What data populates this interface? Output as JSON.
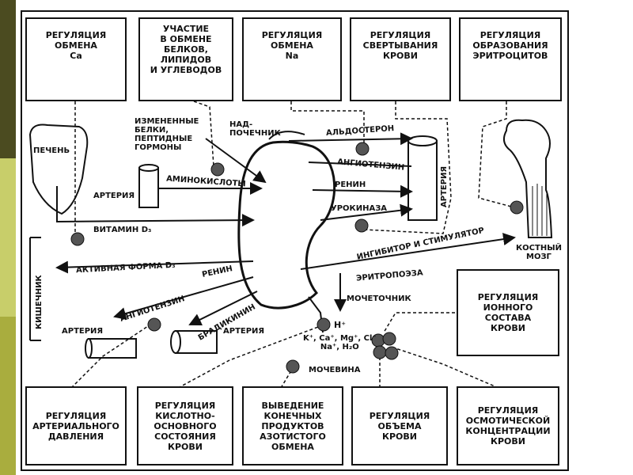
{
  "boxes": {
    "ca": "РЕГУЛЯЦИЯ\nОБМЕНА\nCa",
    "metabolism": "УЧАСТИЕ\nВ ОБМЕНЕ\nБЕЛКОВ,\nЛИПИДОВ\nИ УГЛЕВОДОВ",
    "na": "РЕГУЛЯЦИЯ\nОБМЕНА\nNa",
    "coagulation": "РЕГУЛЯЦИЯ\nСВЕРТЫВАНИЯ\nКРОВИ",
    "erythro": "РЕГУЛЯЦИЯ\nОБРАЗОВАНИЯ\nЭРИТРОЦИТОВ",
    "ionic": "РЕГУЛЯЦИЯ\nИОННОГО\nСОСТАВА\nКРОВИ",
    "pressure": "РЕГУЛЯЦИЯ\nАРТЕРИАЛЬНОГО\nДАВЛЕНИЯ",
    "acidbase": "РЕГУЛЯЦИЯ\nКИСЛОТНО-\nОСНОВНОГО\nСОСТОЯНИЯ\nКРОВИ",
    "excretion": "ВЫВЕДЕНИЕ\nКОНЕЧНЫХ\nПРОДУКТОВ\nАЗОТИСТОГО\nОБМЕНА",
    "volume": "РЕГУЛЯЦИЯ\nОБЪЕМА\nКРОВИ",
    "osmotic": "РЕГУЛЯЦИЯ\nОСМОТИЧЕСКОЙ\nКОНЦЕНТРАЦИИ\nКРОВИ"
  },
  "labels": {
    "liver": "ПЕЧЕНЬ",
    "artery_left": "АРТЕРИЯ",
    "modified_proteins": "ИЗМЕНЕННЫЕ\nБЕЛКИ,\nПЕПТИДНЫЕ\nГОРМОНЫ",
    "adrenal": "НАД-\nПОЧЕЧНИК",
    "aldosterone": "АЛЬДОСТЕРОН",
    "angiotensin_right": "АНГИОТЕНЗИН",
    "renin_right": "РЕНИН",
    "urokinase": "УРОКИНАЗА",
    "amino_acids": "АМИНОКИСЛОТЫ",
    "vitamin_d3": "ВИТАМИН D₃",
    "artery_vertical": "АРТЕРИЯ",
    "intestine": "КИШЕЧНИК",
    "active_form_d3": "АКТИВНАЯ ФОРМА D₃",
    "inhibitor_stimulator": "ИНГИБИТОР И СТИМУЛЯТОР",
    "bone_marrow": "КОСТНЫЙ\nМОЗГ",
    "erythropoietin": "ЭРИТРОПОЭЗА",
    "renin_left": "РЕНИН",
    "angiotensin_left": "АНГИОТЕНЗИН",
    "bradykinin": "БРАДИКИНИН",
    "ureter": "МОЧЕТОЧНИК",
    "artery_bottom_left": "АРТЕРИЯ",
    "artery_bottom_right": "АРТЕРИЯ",
    "h_ion": "H⁺",
    "ions": "K⁺, Ca⁺, Mg⁺, Cl⁻\nNa⁺, H₂O",
    "urea": "МОЧЕВИНА"
  },
  "colors": {
    "ink": "#111111",
    "strip_dark": "#4b4b20",
    "strip_mid": "#c8ce6a",
    "strip_light": "#a9ad3e"
  }
}
